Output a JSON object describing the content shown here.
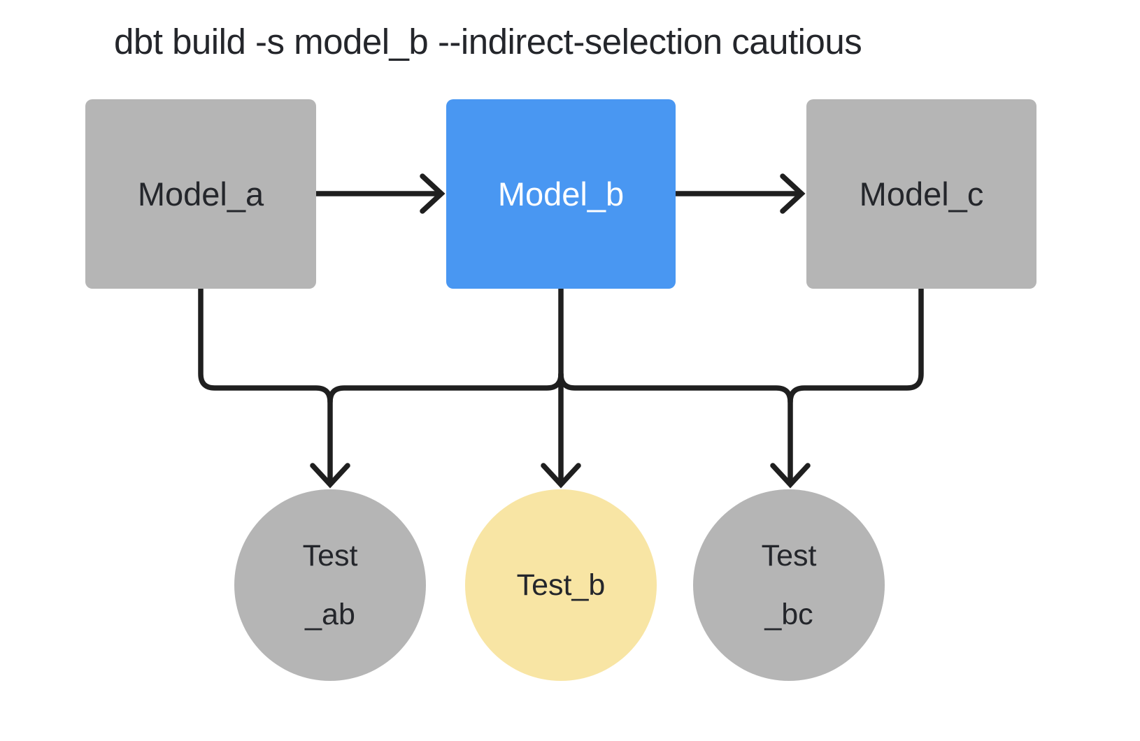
{
  "title": "dbt build -s model_b --indirect-selection cautious",
  "colors": {
    "background": "#ffffff",
    "node_gray": "#b5b5b5",
    "node_selected": "#4997f2",
    "node_indirect": "#f8e5a4",
    "edge": "#1f1f1f",
    "text_dark": "#24262b",
    "text_on_selected": "#ffffff"
  },
  "models": [
    {
      "id": "model_a",
      "label": "Model_a",
      "state": "unselected"
    },
    {
      "id": "model_b",
      "label": "Model_b",
      "state": "selected"
    },
    {
      "id": "model_c",
      "label": "Model_c",
      "state": "unselected"
    }
  ],
  "tests": [
    {
      "id": "test_ab",
      "lines": [
        "Test",
        "_ab"
      ],
      "state": "unselected"
    },
    {
      "id": "test_b",
      "lines": [
        "Test_b"
      ],
      "state": "indirectly-selected"
    },
    {
      "id": "test_bc",
      "lines": [
        "Test",
        "_bc"
      ],
      "state": "unselected"
    }
  ],
  "edges": [
    {
      "from": "model_a",
      "to": "model_b"
    },
    {
      "from": "model_b",
      "to": "model_c"
    },
    {
      "from": "model_a",
      "to": "test_ab"
    },
    {
      "from": "model_b",
      "to": "test_ab"
    },
    {
      "from": "model_b",
      "to": "test_b"
    },
    {
      "from": "model_b",
      "to": "test_bc"
    },
    {
      "from": "model_c",
      "to": "test_bc"
    }
  ]
}
